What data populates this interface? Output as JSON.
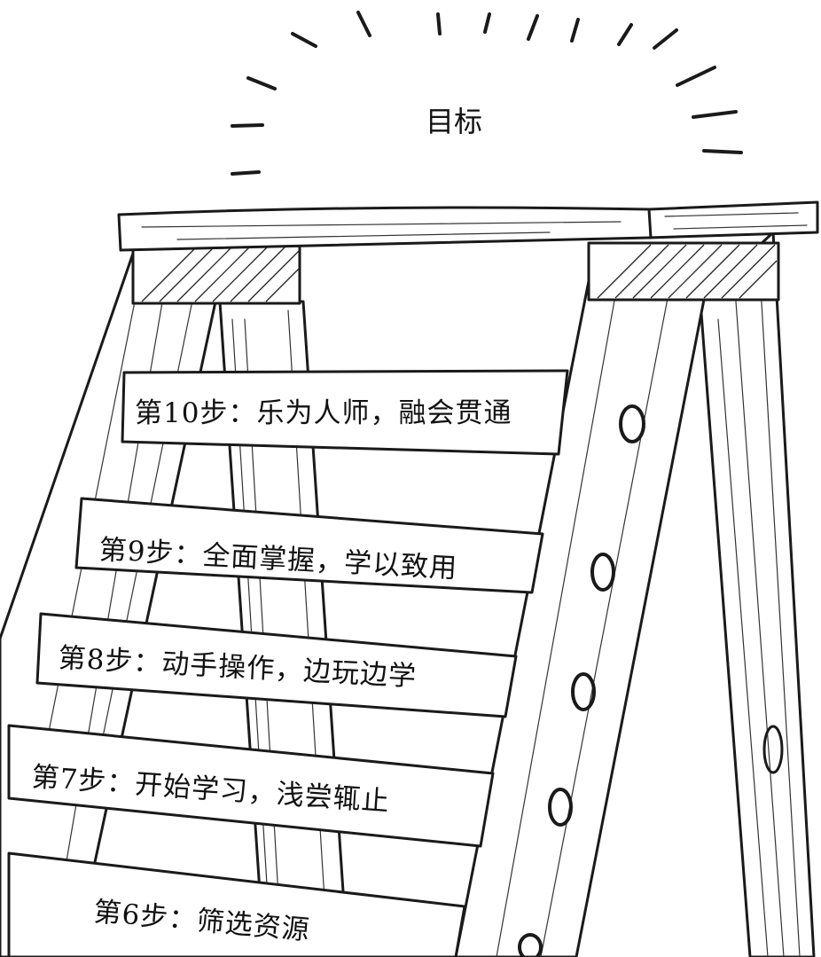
{
  "goal": {
    "label": "目标"
  },
  "steps": [
    {
      "label": "第10步：乐为人师，融会贯通"
    },
    {
      "label": "第9步：全面掌握，学以致用"
    },
    {
      "label": "第8步：动手操作，边玩边学"
    },
    {
      "label": "第7步：开始学习，浅尝辄止"
    },
    {
      "label": "第6步：筛选资源"
    }
  ],
  "colors": {
    "ink": "#1a1a1a",
    "paper": "#ffffff"
  }
}
